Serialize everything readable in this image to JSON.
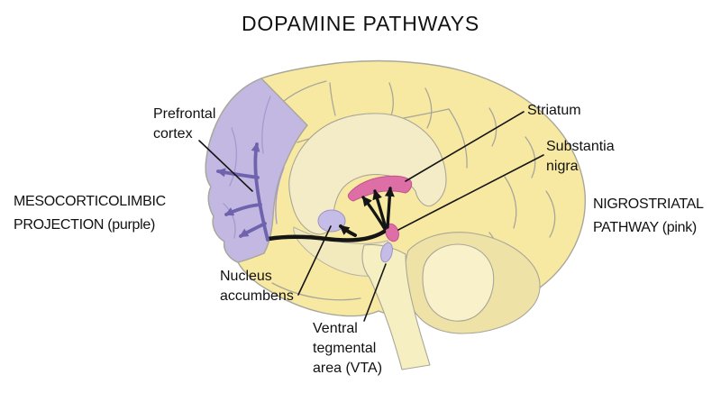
{
  "title": "DOPAMINE PATHWAYS",
  "pathways": {
    "mesocorticolimbic": {
      "label": "MESOCORTICOLIMBIC\nPROJECTION (purple)",
      "color_name": "purple"
    },
    "nigrostriatal": {
      "label": "NIGROSTRIATAL\nPATHWAY (pink)",
      "color_name": "pink"
    }
  },
  "regions": {
    "prefrontal_cortex": "Prefrontal\ncortex",
    "striatum": "Striatum",
    "substantia_nigra": "Substantia\nnigra",
    "nucleus_accumbens": "Nucleus\naccumbens",
    "ventral_tegmental_area": "Ventral\ntegmental\narea (VTA)"
  },
  "colors": {
    "cortex_yellow": "#F7E9A1",
    "inner_band_cream": "#F3ECC6",
    "prefrontal_purple": "#C2B8E1",
    "pathway_purple": "#6F63AE",
    "pink": "#DE6FA6",
    "pink_stroke": "#C2538D",
    "lavender_nuclei": "#C6BCE8",
    "cerebellum_outer": "#EEE2A7",
    "cerebellum_inner": "#F8F1CA",
    "brainstem": "#F6EFC1",
    "hypothalamus": "#F2E9BC",
    "outline_gray": "#A9A69A",
    "line_black": "#151515"
  }
}
